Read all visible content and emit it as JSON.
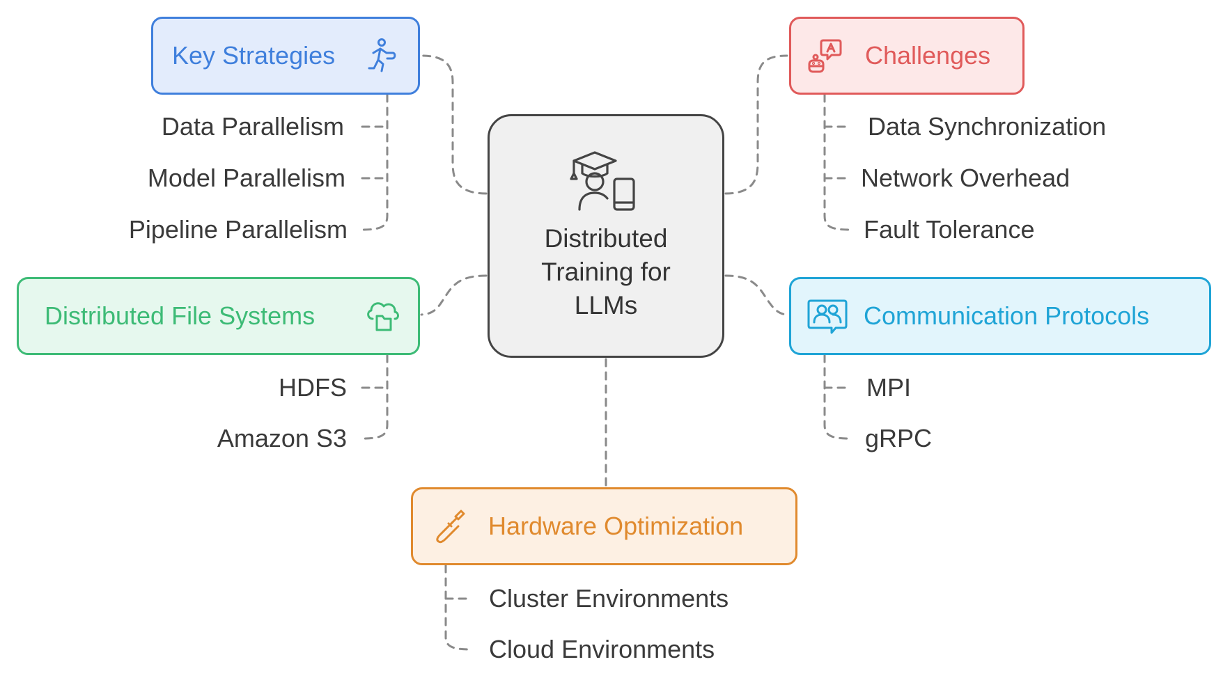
{
  "center": {
    "title": "Distributed\nTraining for\nLLMs",
    "icon": "student-device-icon"
  },
  "branches": {
    "key_strategies": {
      "label": "Key Strategies",
      "icon": "running-person-icon",
      "color": "#3f7fdc",
      "fill": "#e3ecfc",
      "items": [
        "Data Parallelism",
        "Model Parallelism",
        "Pipeline Parallelism"
      ]
    },
    "challenges": {
      "label": "Challenges",
      "icon": "robot-chat-icon",
      "color": "#e05a5a",
      "fill": "#fde8e8",
      "items": [
        "Data Synchronization",
        "Network Overhead",
        "Fault Tolerance"
      ]
    },
    "file_systems": {
      "label": "Distributed File Systems",
      "icon": "cloud-folder-icon",
      "color": "#3dbb76",
      "fill": "#e6f8ee",
      "items": [
        "HDFS",
        "Amazon S3"
      ]
    },
    "protocols": {
      "label": "Communication Protocols",
      "icon": "people-chat-icon",
      "color": "#1fa4d6",
      "fill": "#e2f5fc",
      "items": [
        "MPI",
        "gRPC"
      ]
    },
    "hardware": {
      "label": "Hardware Optimization",
      "icon": "screwdriver-icon",
      "color": "#e08a2e",
      "fill": "#fdf0e3",
      "items": [
        "Cluster Environments",
        "Cloud Environments"
      ]
    }
  },
  "connector_color": "#8a8a8a",
  "text_color": "#3a3a3a"
}
